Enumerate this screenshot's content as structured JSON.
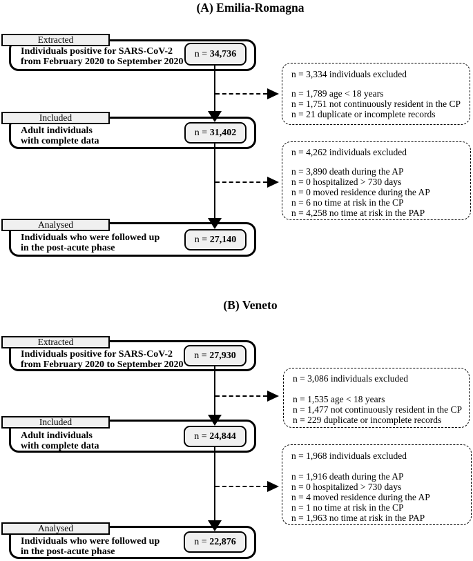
{
  "colors": {
    "background": "#ffffff",
    "border": "#000000",
    "box_fill": "#f0f0f0"
  },
  "panels": [
    {
      "title": "(A) Emilia-Romagna",
      "stages": [
        {
          "tab": "Extracted",
          "line1": "Individuals positive for SARS-CoV-2",
          "line2": "from February 2020 to September 2020",
          "n_prefix": "n = ",
          "n_value": "34,736"
        },
        {
          "tab": "Included",
          "line1": "Adult individuals",
          "line2": "with complete data",
          "n_prefix": "n = ",
          "n_value": "31,402"
        },
        {
          "tab": "Analysed",
          "line1": "Individuals who were followed up",
          "line2": "in the post-acute phase",
          "n_prefix": "n = ",
          "n_value": "27,140"
        }
      ],
      "exclusions": [
        {
          "header": "n = 3,334 individuals excluded",
          "items": [
            "n = 1,789 age < 18 years",
            "n = 1,751 not continuously resident in the CP",
            "n = 21 duplicate or incomplete records"
          ]
        },
        {
          "header": "n = 4,262 individuals excluded",
          "items": [
            "n = 3,890 death during the AP",
            "n = 0 hospitalized > 730 days",
            "n = 0 moved residence during the AP",
            "n = 6 no time at risk in the CP",
            "n = 4,258 no time at risk in the PAP"
          ]
        }
      ]
    },
    {
      "title": "(B) Veneto",
      "stages": [
        {
          "tab": "Extracted",
          "line1": "Individuals positive for SARS-CoV-2",
          "line2": "from February 2020 to September 2020",
          "n_prefix": "n = ",
          "n_value": "27,930"
        },
        {
          "tab": "Included",
          "line1": "Adult individuals",
          "line2": "with complete data",
          "n_prefix": "n = ",
          "n_value": "24,844"
        },
        {
          "tab": "Analysed",
          "line1": "Individuals who were followed up",
          "line2": "in the post-acute phase",
          "n_prefix": "n = ",
          "n_value": "22,876"
        }
      ],
      "exclusions": [
        {
          "header": "n = 3,086 individuals excluded",
          "items": [
            "n = 1,535 age < 18 years",
            "n = 1,477 not continuously resident in the CP",
            "n = 229 duplicate or incomplete records"
          ]
        },
        {
          "header": "n = 1,968 individuals excluded",
          "items": [
            "n = 1,916 death during the AP",
            "n = 0 hospitalized > 730 days",
            "n = 4 moved residence during the AP",
            "n = 1 no time at risk in the CP",
            "n = 1,963 no time at risk in the PAP"
          ]
        }
      ]
    }
  ]
}
